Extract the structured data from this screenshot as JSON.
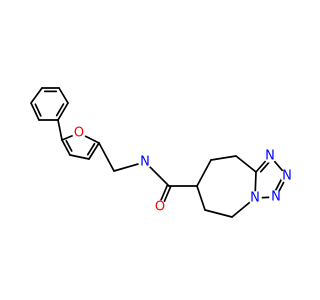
{
  "colors": {
    "bond": "#000000",
    "oxygen": "#ff0000",
    "nitrogen": "#0000ff",
    "background": "#ffffff"
  },
  "molecule": {
    "atoms": [
      {
        "id": "ph1",
        "element": "C",
        "label": ""
      },
      {
        "id": "ph2",
        "element": "C",
        "label": ""
      },
      {
        "id": "ph3",
        "element": "C",
        "label": ""
      },
      {
        "id": "ph4",
        "element": "C",
        "label": ""
      },
      {
        "id": "ph5",
        "element": "C",
        "label": ""
      },
      {
        "id": "ph6",
        "element": "C",
        "label": ""
      },
      {
        "id": "fu_c5",
        "element": "C",
        "label": ""
      },
      {
        "id": "fu_c4",
        "element": "C",
        "label": ""
      },
      {
        "id": "fu_c3",
        "element": "C",
        "label": ""
      },
      {
        "id": "fu_c2",
        "element": "C",
        "label": ""
      },
      {
        "id": "fu_o",
        "element": "O",
        "label": "O"
      },
      {
        "id": "ch2",
        "element": "C",
        "label": ""
      },
      {
        "id": "n_amide",
        "element": "N",
        "label": "N"
      },
      {
        "id": "c_carbonyl",
        "element": "C",
        "label": ""
      },
      {
        "id": "o_carbonyl",
        "element": "O",
        "label": "O"
      },
      {
        "id": "az_c7",
        "element": "C",
        "label": ""
      },
      {
        "id": "az_c8",
        "element": "C",
        "label": ""
      },
      {
        "id": "az_c9",
        "element": "C",
        "label": ""
      },
      {
        "id": "tz_c",
        "element": "C",
        "label": ""
      },
      {
        "id": "tz_n1",
        "element": "N",
        "label": "N"
      },
      {
        "id": "az_c5",
        "element": "C",
        "label": ""
      },
      {
        "id": "az_c6",
        "element": "C",
        "label": ""
      },
      {
        "id": "tz_n4",
        "element": "N",
        "label": "N"
      },
      {
        "id": "tz_n3",
        "element": "N",
        "label": "N"
      },
      {
        "id": "tz_n2",
        "element": "N",
        "label": "N"
      }
    ],
    "bonds": [
      {
        "a": "ph1",
        "b": "ph2",
        "order": 1
      },
      {
        "a": "ph2",
        "b": "ph3",
        "order": 2
      },
      {
        "a": "ph3",
        "b": "ph4",
        "order": 1
      },
      {
        "a": "ph4",
        "b": "ph5",
        "order": 2
      },
      {
        "a": "ph5",
        "b": "ph6",
        "order": 1
      },
      {
        "a": "ph6",
        "b": "ph1",
        "order": 2
      },
      {
        "a": "ph4",
        "b": "fu_c5",
        "order": 1
      },
      {
        "a": "fu_c5",
        "b": "fu_c4",
        "order": 2
      },
      {
        "a": "fu_c4",
        "b": "fu_c3",
        "order": 1
      },
      {
        "a": "fu_c3",
        "b": "fu_c2",
        "order": 2
      },
      {
        "a": "fu_c2",
        "b": "fu_o",
        "order": 1
      },
      {
        "a": "fu_o",
        "b": "fu_c5",
        "order": 1
      },
      {
        "a": "fu_c2",
        "b": "ch2",
        "order": 1
      },
      {
        "a": "ch2",
        "b": "n_amide",
        "order": 1
      },
      {
        "a": "n_amide",
        "b": "c_carbonyl",
        "order": 1
      },
      {
        "a": "c_carbonyl",
        "b": "o_carbonyl",
        "order": 2
      },
      {
        "a": "c_carbonyl",
        "b": "az_c7",
        "order": 1
      },
      {
        "a": "az_c7",
        "b": "az_c8",
        "order": 1
      },
      {
        "a": "az_c8",
        "b": "az_c9",
        "order": 1
      },
      {
        "a": "az_c9",
        "b": "tz_c",
        "order": 1
      },
      {
        "a": "tz_c",
        "b": "tz_n1",
        "order": 2
      },
      {
        "a": "az_c7",
        "b": "az_c6",
        "order": 1
      },
      {
        "a": "az_c6",
        "b": "az_c5",
        "order": 1
      },
      {
        "a": "az_c5",
        "b": "tz_n4",
        "order": 1
      },
      {
        "a": "tz_n4",
        "b": "tz_c",
        "order": 1
      },
      {
        "a": "tz_n1",
        "b": "tz_n2",
        "order": 1
      },
      {
        "a": "tz_n2",
        "b": "tz_n3",
        "order": 2
      },
      {
        "a": "tz_n3",
        "b": "tz_n4",
        "order": 1
      }
    ]
  }
}
